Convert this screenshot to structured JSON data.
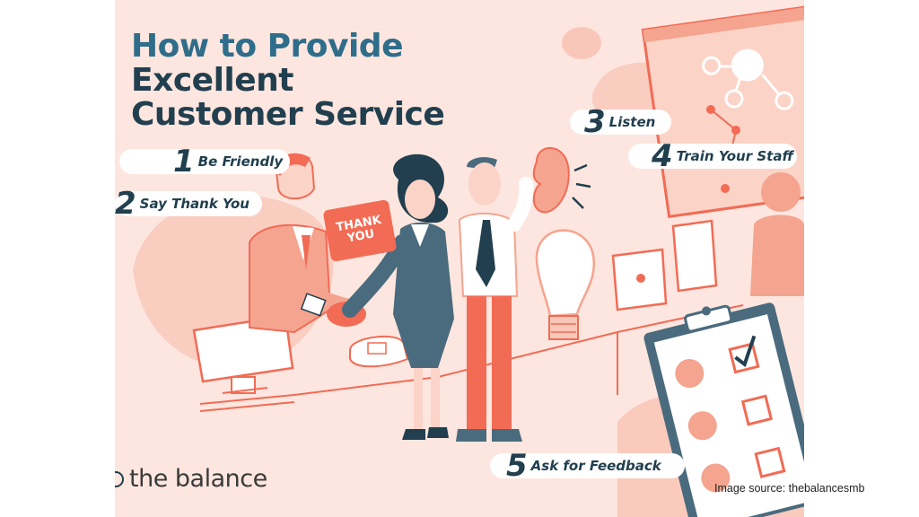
{
  "title": {
    "line1": "How to Provide",
    "line2": "Excellent",
    "line3": "Customer Service"
  },
  "tips": [
    {
      "number": "1",
      "label": "Be Friendly"
    },
    {
      "number": "2",
      "label": "Say Thank You"
    },
    {
      "number": "3",
      "label": "Listen"
    },
    {
      "number": "4",
      "label": "Train Your Staff"
    },
    {
      "number": "5",
      "label": "Ask for Feedback"
    }
  ],
  "speech_bubble": "THANK\nYOU",
  "brand": "the balance",
  "source": "Image source: thebalancesmb",
  "colors": {
    "background": "#fde6df",
    "title_accent": "#2f6d8a",
    "title_dark": "#213f4e",
    "coral": "#f26b55",
    "salmon": "#f4a48f"
  }
}
